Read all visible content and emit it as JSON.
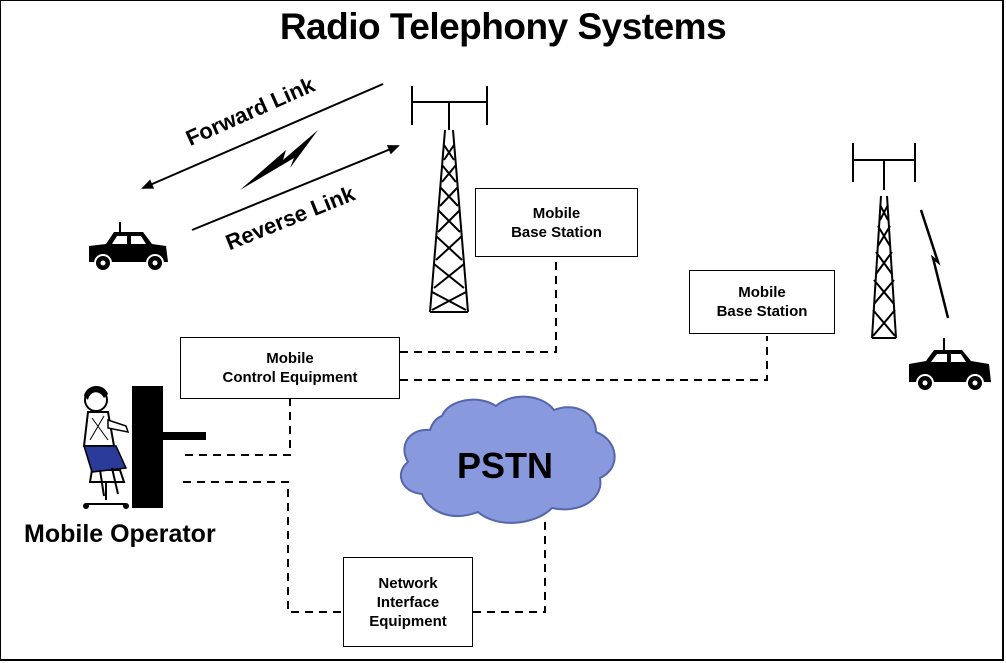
{
  "title": "Radio Telephony Systems",
  "links": {
    "forward": "Forward Link",
    "reverse": "Reverse Link"
  },
  "boxes": {
    "base_station_1": [
      "Mobile",
      "Base Station"
    ],
    "base_station_2": [
      "Mobile",
      "Base Station"
    ],
    "control": [
      "Mobile",
      "Control Equipment"
    ],
    "network_interface": [
      "Network",
      "Interface",
      "Equipment"
    ]
  },
  "cloud_label": "PSTN",
  "operator_label": "Mobile Operator",
  "colors": {
    "cloud_fill": "#8899dd",
    "cloud_stroke": "#5566aa",
    "operator_skirt": "#2a3b9a",
    "line": "#000000"
  },
  "icons": [
    "car-icon",
    "antenna-tower-icon",
    "lightning-bolt-icon",
    "operator-icon",
    "cloud-icon"
  ]
}
